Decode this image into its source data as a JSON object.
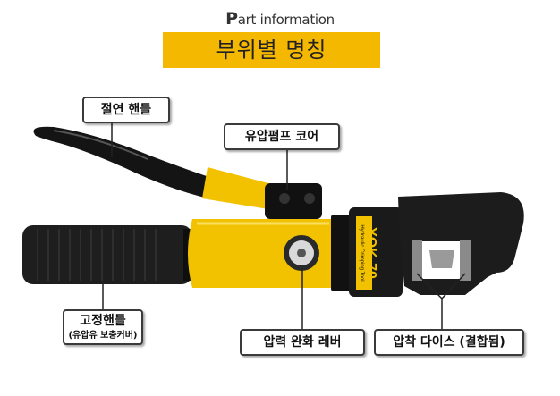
{
  "header": {
    "sub_first_letter": "P",
    "sub_rest": "art information",
    "title": "부위별 명칭"
  },
  "product": {
    "model": "YQK-70",
    "body_text": "Hydraulic Crimping Tool"
  },
  "labels": {
    "insulated_handle": "절연 핸들",
    "pump_core": "유압펌프 코어",
    "fixed_handle": "고정핸들",
    "fixed_handle_sub": "(유압유 보충커버)",
    "release_lever": "압력 완화 레버",
    "crimp_die": "압착 다이스 (결합됨)"
  },
  "colors": {
    "accent_yellow": "#f5b800",
    "tool_yellow": "#f2c200",
    "tool_black": "#1a1a1a"
  }
}
